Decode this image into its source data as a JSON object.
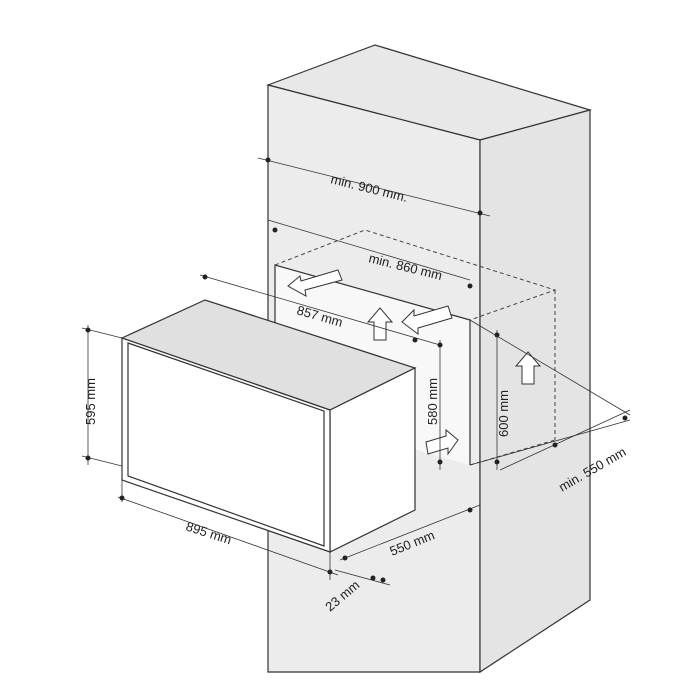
{
  "labels": {
    "cabinet_width": "min. 900 mm.",
    "niche_width": "min. 860 mm",
    "appliance_depth_top": "857 mm",
    "appliance_height": "595 mm",
    "niche_inner_height": "580 mm",
    "niche_height": "600 mm",
    "niche_depth": "min. 550 mm",
    "appliance_width": "895 mm",
    "appliance_depth": "550 mm",
    "frame_depth": "23 mm"
  }
}
